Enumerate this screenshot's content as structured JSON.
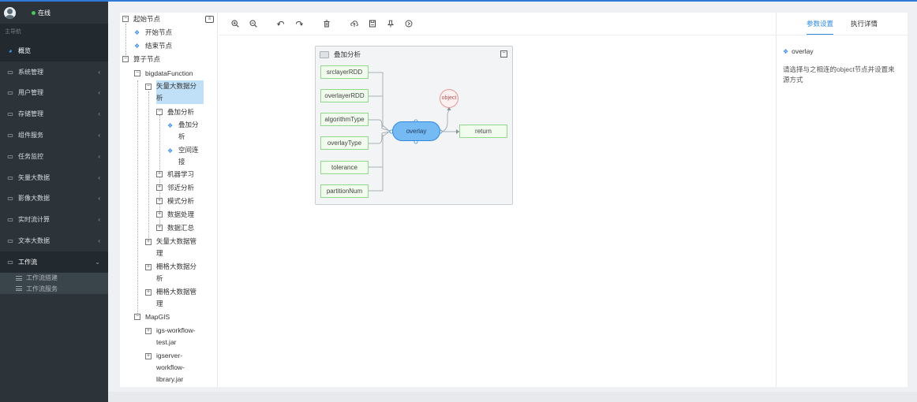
{
  "sidebar": {
    "status": "在线",
    "caption": "主导航",
    "items": [
      {
        "label": "概览",
        "icon": "dashboard-icon"
      },
      {
        "label": "系统管理",
        "icon": "monitor-icon"
      },
      {
        "label": "用户管理",
        "icon": "monitor-icon"
      },
      {
        "label": "存储管理",
        "icon": "monitor-icon"
      },
      {
        "label": "组件服务",
        "icon": "monitor-icon"
      },
      {
        "label": "任务监控",
        "icon": "monitor-icon"
      },
      {
        "label": "矢量大数据",
        "icon": "monitor-icon"
      },
      {
        "label": "影像大数据",
        "icon": "monitor-icon"
      },
      {
        "label": "实时流计算",
        "icon": "monitor-icon"
      },
      {
        "label": "文本大数据",
        "icon": "monitor-icon"
      },
      {
        "label": "工作流",
        "icon": "monitor-icon"
      }
    ],
    "sub_items": [
      {
        "label": "工作流搭建"
      },
      {
        "label": "工作流服务"
      }
    ]
  },
  "tree": {
    "start_group": "起始节点",
    "start_node": "开始节点",
    "end_node": "结束节点",
    "operator_group": "算子节点",
    "bigdata_function": "bigdataFunction",
    "vector_analysis": [
      "矢量大数据分",
      "析"
    ],
    "overlay_analysis": "叠加分析",
    "overlay_leaf": [
      "叠加分",
      "析"
    ],
    "spatial_join": [
      "空间连",
      "接"
    ],
    "ml": "机器学习",
    "neighbor": "邻近分析",
    "pattern": "模式分析",
    "data_process": "数据处理",
    "data_summary": "数据汇总",
    "vector_mgmt": [
      "矢量大数据管",
      "理"
    ],
    "raster_analysis": [
      "栅格大数据分",
      "析"
    ],
    "raster_mgmt": [
      "栅格大数据管",
      "理"
    ],
    "mapgis": "MapGIS",
    "igs_jar": [
      "igs-workflow-",
      "test.jar"
    ],
    "igserver_jar": [
      "igserver-",
      "workflow-",
      "library.jar"
    ]
  },
  "toolbar": {
    "icons": [
      "zoom-in-icon",
      "zoom-out-icon",
      "undo-icon",
      "redo-icon",
      "delete-icon",
      "upload-icon",
      "save-icon",
      "pin-icon",
      "run-icon"
    ]
  },
  "graph": {
    "group_title": "叠加分析",
    "params": [
      "srclayerRDD",
      "overlayerRDD",
      "algorithmType",
      "overlayType",
      "tolerance",
      "partitionNum"
    ],
    "operator": "overlay",
    "object": "object",
    "output": "return",
    "colors": {
      "param_fill": "#f1fbee",
      "param_border": "#90d98a",
      "operator_fill": "#76baf4",
      "object_border": "#e39898"
    }
  },
  "right_panel": {
    "tabs": [
      "参数设置",
      "执行详情"
    ],
    "active_tab": "参数设置",
    "node_title": "overlay",
    "description": "请选择与之相连的object节点并设置来源方式"
  }
}
